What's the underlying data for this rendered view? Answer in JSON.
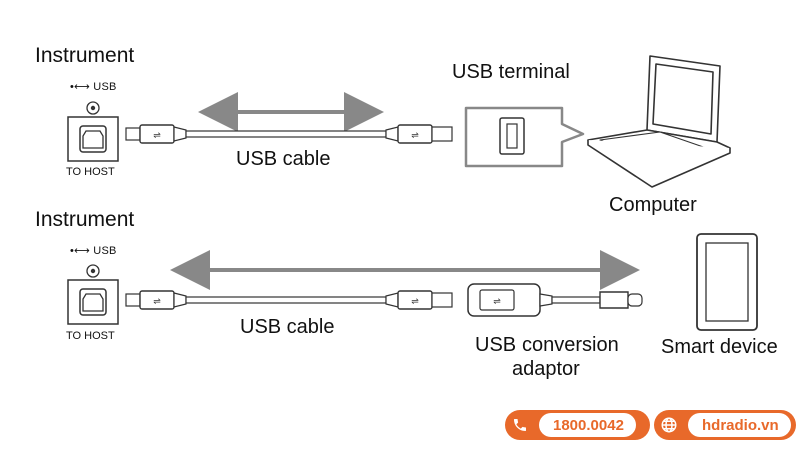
{
  "top": {
    "instrument_label": "Instrument",
    "usb_symbol_label": "USB",
    "port_label": "TO HOST",
    "cable_label": "USB cable",
    "terminal_label": "USB terminal",
    "computer_label": "Computer"
  },
  "bottom": {
    "instrument_label": "Instrument",
    "usb_symbol_label": "USB",
    "port_label": "TO HOST",
    "cable_label": "USB cable",
    "adaptor_label_line1": "USB",
    "adaptor_label_line2": "conversion",
    "adaptor_label_line3": "adaptor",
    "device_label": "Smart device"
  },
  "footer": {
    "phone": "1800.0042",
    "website": "hdradio.vn",
    "phone_icon": "phone-icon",
    "web_icon": "globe-icon",
    "accent_color": "#e8692a"
  }
}
